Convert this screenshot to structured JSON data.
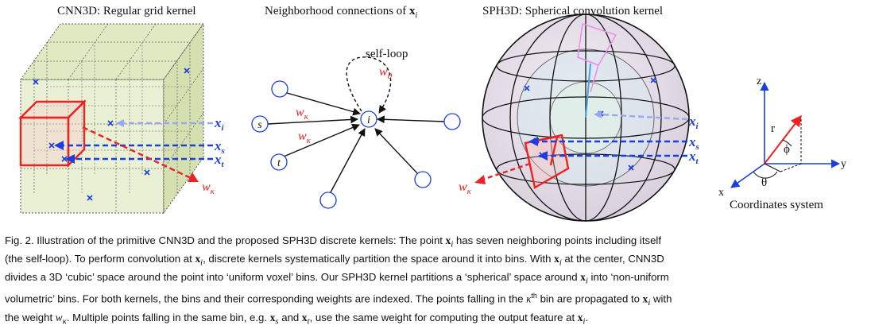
{
  "panels": {
    "cnn3d_title": "CNN3D: Regular grid kernel",
    "neighborhood_title": "Neighborhood connections of ",
    "neighborhood_title_var": "x",
    "neighborhood_title_sub": "i",
    "sph3d_title": "SPH3D: Spherical convolution kernel",
    "coords_title": "Coordinates system"
  },
  "graph": {
    "self_loop": "self-loop",
    "w0": "w",
    "w0_sub": "0",
    "w_kappa": "w",
    "kappa": "κ",
    "node_i": "i",
    "node_s": "s",
    "node_t": "t"
  },
  "labels": {
    "x": "x",
    "sub_i": "i",
    "sub_s": "s",
    "sub_t": "t",
    "w": "w",
    "kappa": "κ",
    "axis_z": "z",
    "axis_y": "y",
    "axis_x": "x",
    "r": "r",
    "phi": "ϕ",
    "theta": "θ"
  },
  "caption": {
    "l1a": "Fig. 2. Illustration of the primitive CNN3D and the proposed SPH3D discrete kernels: The point ",
    "l1b": " has seven neighboring points including itself",
    "l2a": "(the self-loop). To perform convolution at ",
    "l2b": ", discrete kernels systematically partition the space around it into bins. With ",
    "l2c": " at the center, CNN3D",
    "l3a": "divides a 3D ‘cubic’ space around the point into ‘uniform voxel’ bins. Our SPH3D kernel partitions a ‘spherical’ space around ",
    "l3b": " into ‘non-uniform",
    "l4": "volumetric’ bins. For both kernels, the bins and their corresponding weights are indexed. The points falling in the ",
    "l4b": " bin are propagated to ",
    "l4c": " with",
    "l5a": "the weight ",
    "l5b": ". Multiple points falling in the same bin, e.g. ",
    "l5c": " and ",
    "l5d": ", use the same weight for computing the output feature at ",
    "l5e": ".",
    "x": "x",
    "i": "i",
    "s": "s",
    "t": "t",
    "w": "w",
    "kappa": "κ",
    "th": "th"
  }
}
